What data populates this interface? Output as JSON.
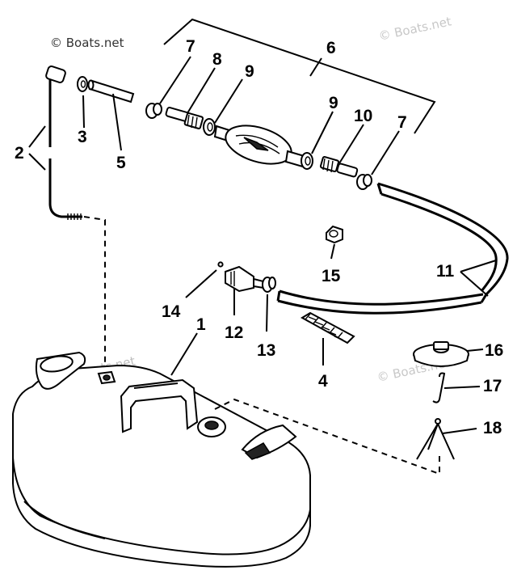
{
  "watermarks": [
    {
      "id": "wm-top-left",
      "text": "© Boats.net"
    },
    {
      "id": "wm-top-right",
      "text": "© Boats.net"
    },
    {
      "id": "wm-tank",
      "text": "Boats.net"
    },
    {
      "id": "wm-right",
      "text": "© Boats.net"
    }
  ],
  "parts": [
    {
      "key": "p1",
      "label": "1"
    },
    {
      "key": "p2",
      "label": "2"
    },
    {
      "key": "p3",
      "label": "3"
    },
    {
      "key": "p4",
      "label": "4"
    },
    {
      "key": "p5",
      "label": "5"
    },
    {
      "key": "p6",
      "label": "6"
    },
    {
      "key": "p7a",
      "label": "7"
    },
    {
      "key": "p7b",
      "label": "7"
    },
    {
      "key": "p8",
      "label": "8"
    },
    {
      "key": "p9a",
      "label": "9"
    },
    {
      "key": "p9b",
      "label": "9"
    },
    {
      "key": "p10",
      "label": "10"
    },
    {
      "key": "p11",
      "label": "11"
    },
    {
      "key": "p12",
      "label": "12"
    },
    {
      "key": "p13",
      "label": "13"
    },
    {
      "key": "p14",
      "label": "14"
    },
    {
      "key": "p15",
      "label": "15"
    },
    {
      "key": "p16",
      "label": "16"
    },
    {
      "key": "p17",
      "label": "17"
    },
    {
      "key": "p18",
      "label": "18"
    }
  ]
}
